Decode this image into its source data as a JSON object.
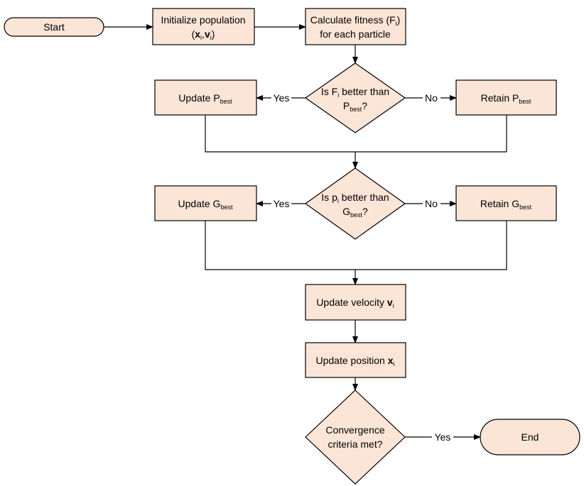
{
  "diagram": {
    "colors": {
      "node_fill": "#fbe5d6",
      "stroke": "#000000"
    },
    "nodes": {
      "start": {
        "text": "Start"
      },
      "init": {
        "line1": "Initialize population",
        "line2_open": "(",
        "x": "x",
        "i": "i",
        "comma": ",",
        "v": "v",
        "i2": "i",
        "close": ")"
      },
      "fitness": {
        "line1": "Calculate fitness (F",
        "sub": "i",
        "close": ")",
        "line2": "for each particle"
      },
      "decision1": {
        "line1a": "Is F",
        "sub": "i",
        "line1b": " better than",
        "line2a": "P",
        "sub2": "best",
        "line2b": "?"
      },
      "update_pbest": {
        "text": "Update P",
        "sub": "best"
      },
      "retain_pbest": {
        "text": "Retain  P",
        "sub": "best"
      },
      "decision2": {
        "line1a": "Is p",
        "sub": "i",
        "line1b": " better than",
        "line2a": "G",
        "sub2": "best",
        "line2b": "?"
      },
      "update_gbest": {
        "text": "Update G",
        "sub": "best"
      },
      "retain_gbest": {
        "text": "Retain  G",
        "sub": "best"
      },
      "velocity": {
        "text": "Update velocity ",
        "bold": "v",
        "sub": "i"
      },
      "position": {
        "text": "Update position ",
        "bold": "x",
        "sub": "i"
      },
      "convergence": {
        "line1": "Convergence",
        "line2": "criteria met?"
      },
      "end": {
        "text": "End"
      }
    },
    "edges": {
      "yes1": "Yes",
      "no1": "No",
      "yes2": "Yes",
      "no2": "No",
      "yes3": "Yes"
    }
  }
}
